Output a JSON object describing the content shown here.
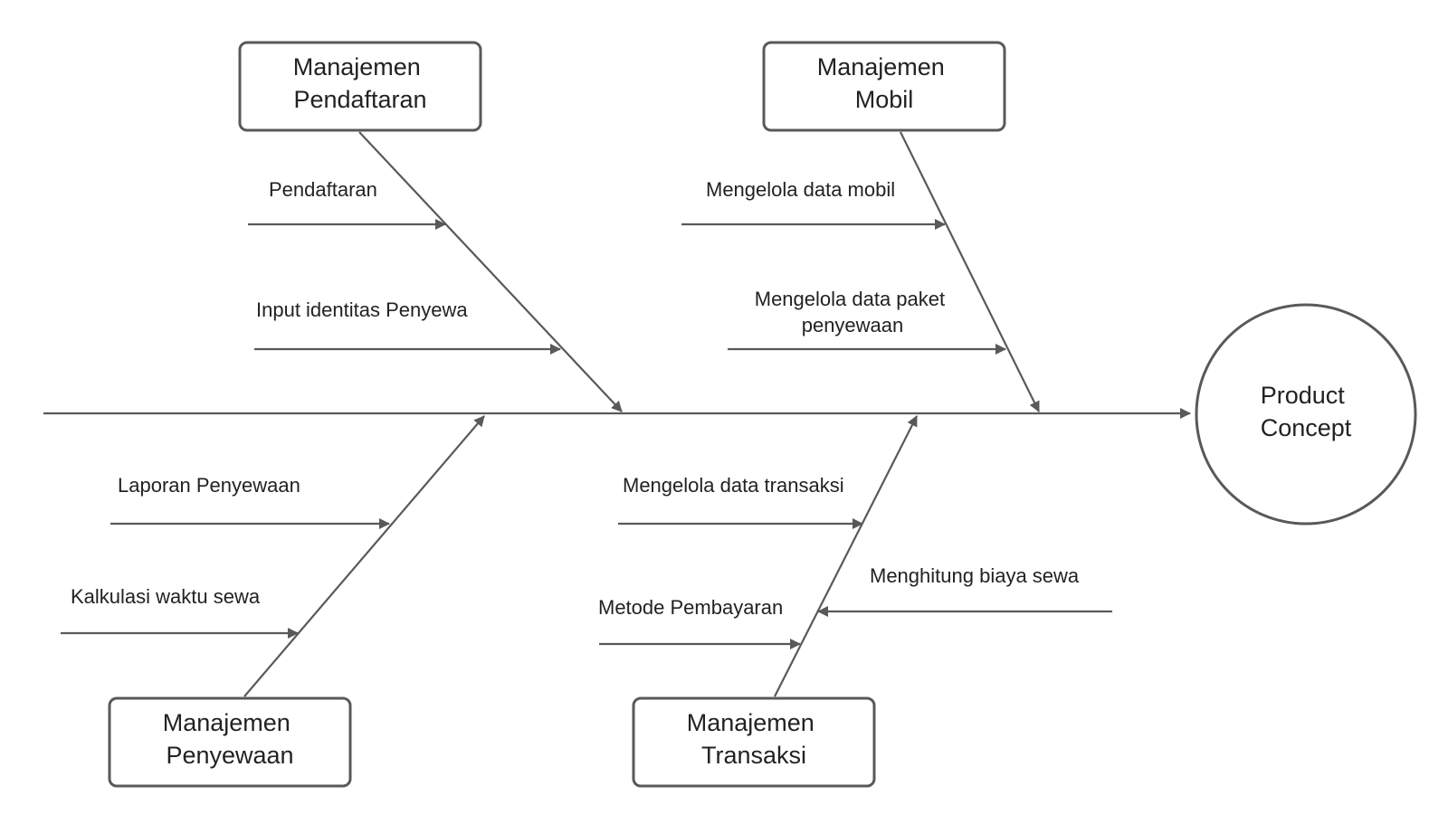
{
  "effect": {
    "lines": [
      "Product",
      "Concept"
    ]
  },
  "categories": {
    "manajemen_pendaftaran": {
      "lines": [
        "Manajemen",
        "Pendaftaran"
      ],
      "causes": [
        [
          "Pendaftaran"
        ],
        [
          "Input identitas Penyewa"
        ]
      ]
    },
    "manajemen_mobil": {
      "lines": [
        "Manajemen",
        "Mobil"
      ],
      "causes": [
        [
          "Mengelola data mobil"
        ],
        [
          "Mengelola data paket",
          "penyewaan"
        ]
      ]
    },
    "manajemen_penyewaan": {
      "lines": [
        "Manajemen",
        "Penyewaan"
      ],
      "causes": [
        [
          "Laporan Penyewaan"
        ],
        [
          "Kalkulasi waktu sewa"
        ]
      ]
    },
    "manajemen_transaksi": {
      "lines": [
        "Manajemen",
        "Transaksi"
      ],
      "causes": [
        [
          "Mengelola data transaksi"
        ],
        [
          "Metode Pembayaran"
        ],
        [
          "Menghitung biaya sewa"
        ]
      ]
    }
  },
  "colors": {
    "line": "#595959",
    "text": "#222222",
    "background": "#ffffff"
  }
}
